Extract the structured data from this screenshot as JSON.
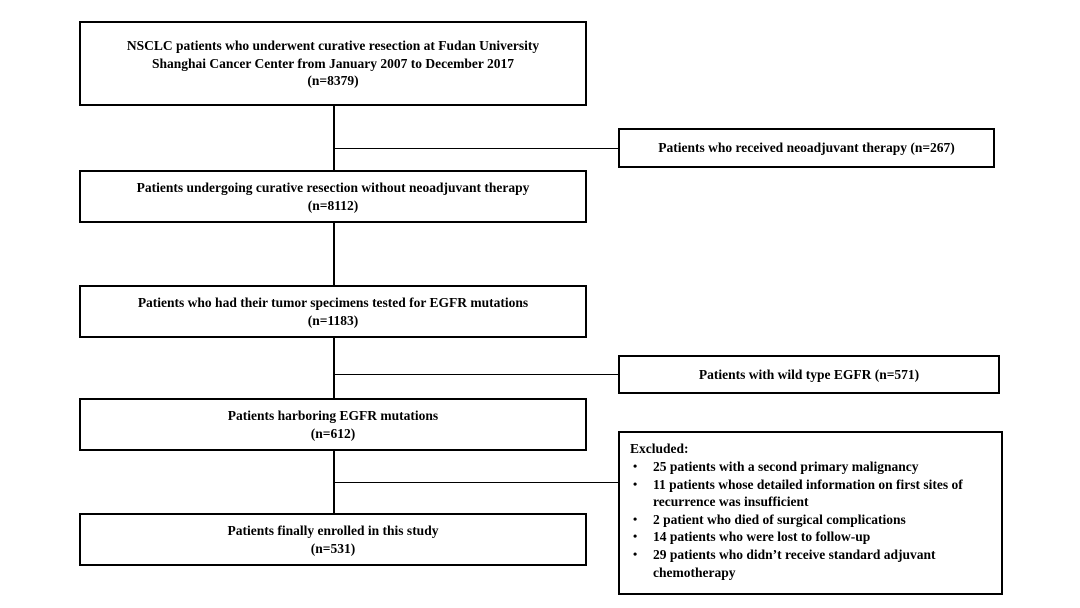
{
  "diagram": {
    "title": "NSCLC patient selection flow diagram",
    "type": "flowchart",
    "boxes": {
      "enrolled_total": {
        "line1": "NSCLC patients who underwent curative resection at Fudan University",
        "line2": "Shanghai Cancer Center from January 2007 to December 2017",
        "count": "(n=8379)"
      },
      "no_neoadjuvant": {
        "line1": "Patients undergoing curative resection without neoadjuvant therapy",
        "count": "(n=8112)"
      },
      "egfr_tested": {
        "line1": "Patients who had their tumor specimens tested for EGFR mutations",
        "count": "(n=1183)"
      },
      "egfr_mutations": {
        "line1": "Patients harboring EGFR mutations",
        "count": "(n=612)"
      },
      "final_enrolled": {
        "line1": "Patients finally enrolled in this study",
        "count": "(n=531)"
      }
    },
    "exclusions": {
      "neoadjuvant": "Patients who received neoadjuvant therapy (n=267)",
      "wildtype": "Patients with wild type EGFR (n=571)",
      "excluded_list": {
        "title": "Excluded:",
        "bullet_glyph": "•",
        "items": [
          "25 patients with a second primary malignancy",
          "11 patients whose detailed information on first sites of recurrence was insufficient",
          "2 patient who died of surgical complications",
          "14 patients who were lost to follow-up",
          "29 patients who didn’t receive standard adjuvant chemotherapy"
        ]
      }
    },
    "colors": {
      "line": "#000000",
      "background": "#ffffff",
      "text": "#000000"
    }
  }
}
